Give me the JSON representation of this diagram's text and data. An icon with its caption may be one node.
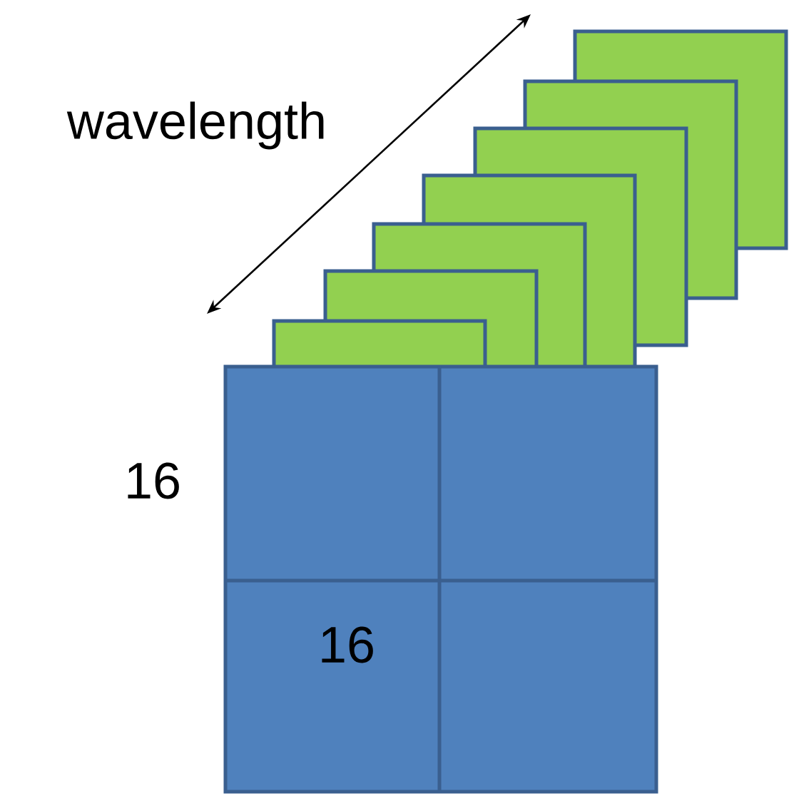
{
  "diagram": {
    "labels": [
      "wavelength",
      "16",
      "16"
    ]
  }
}
